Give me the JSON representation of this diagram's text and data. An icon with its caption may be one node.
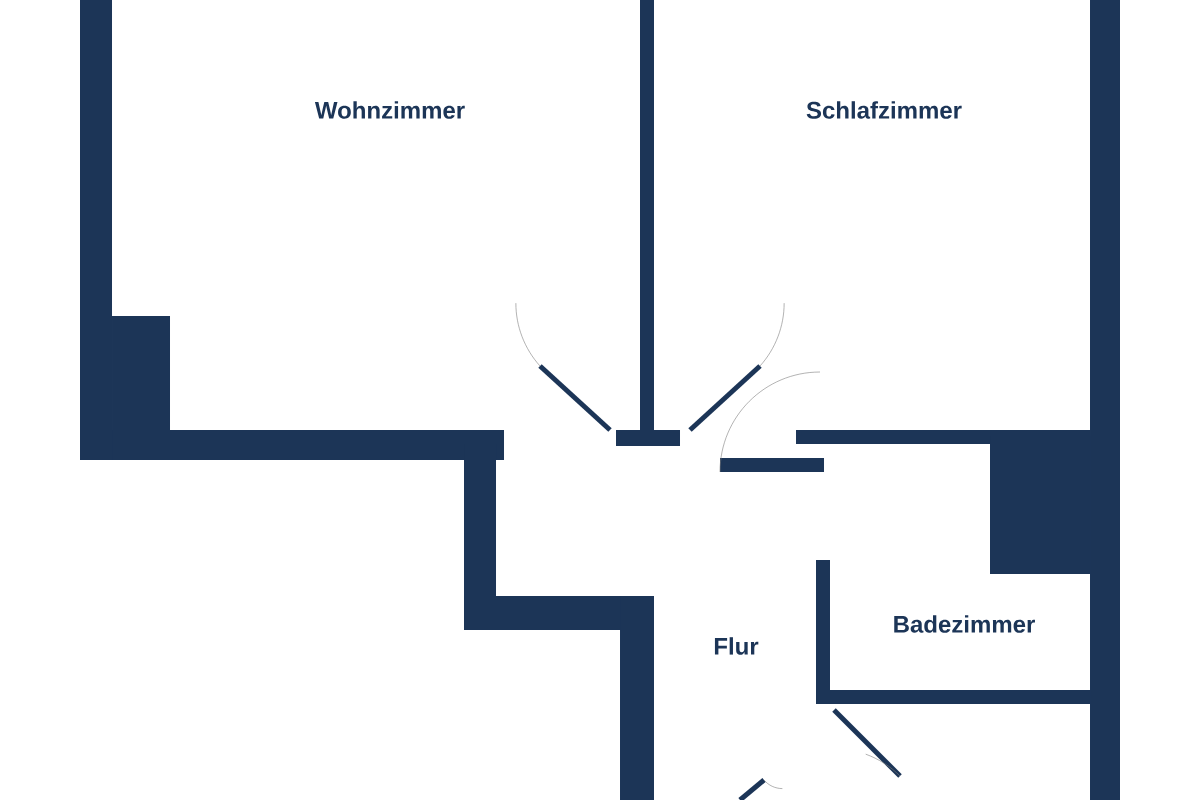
{
  "diagram": {
    "labels": [
      "Wohnzimmer",
      "Schlafzimmer",
      "Flur",
      "Badezimmer"
    ]
  }
}
